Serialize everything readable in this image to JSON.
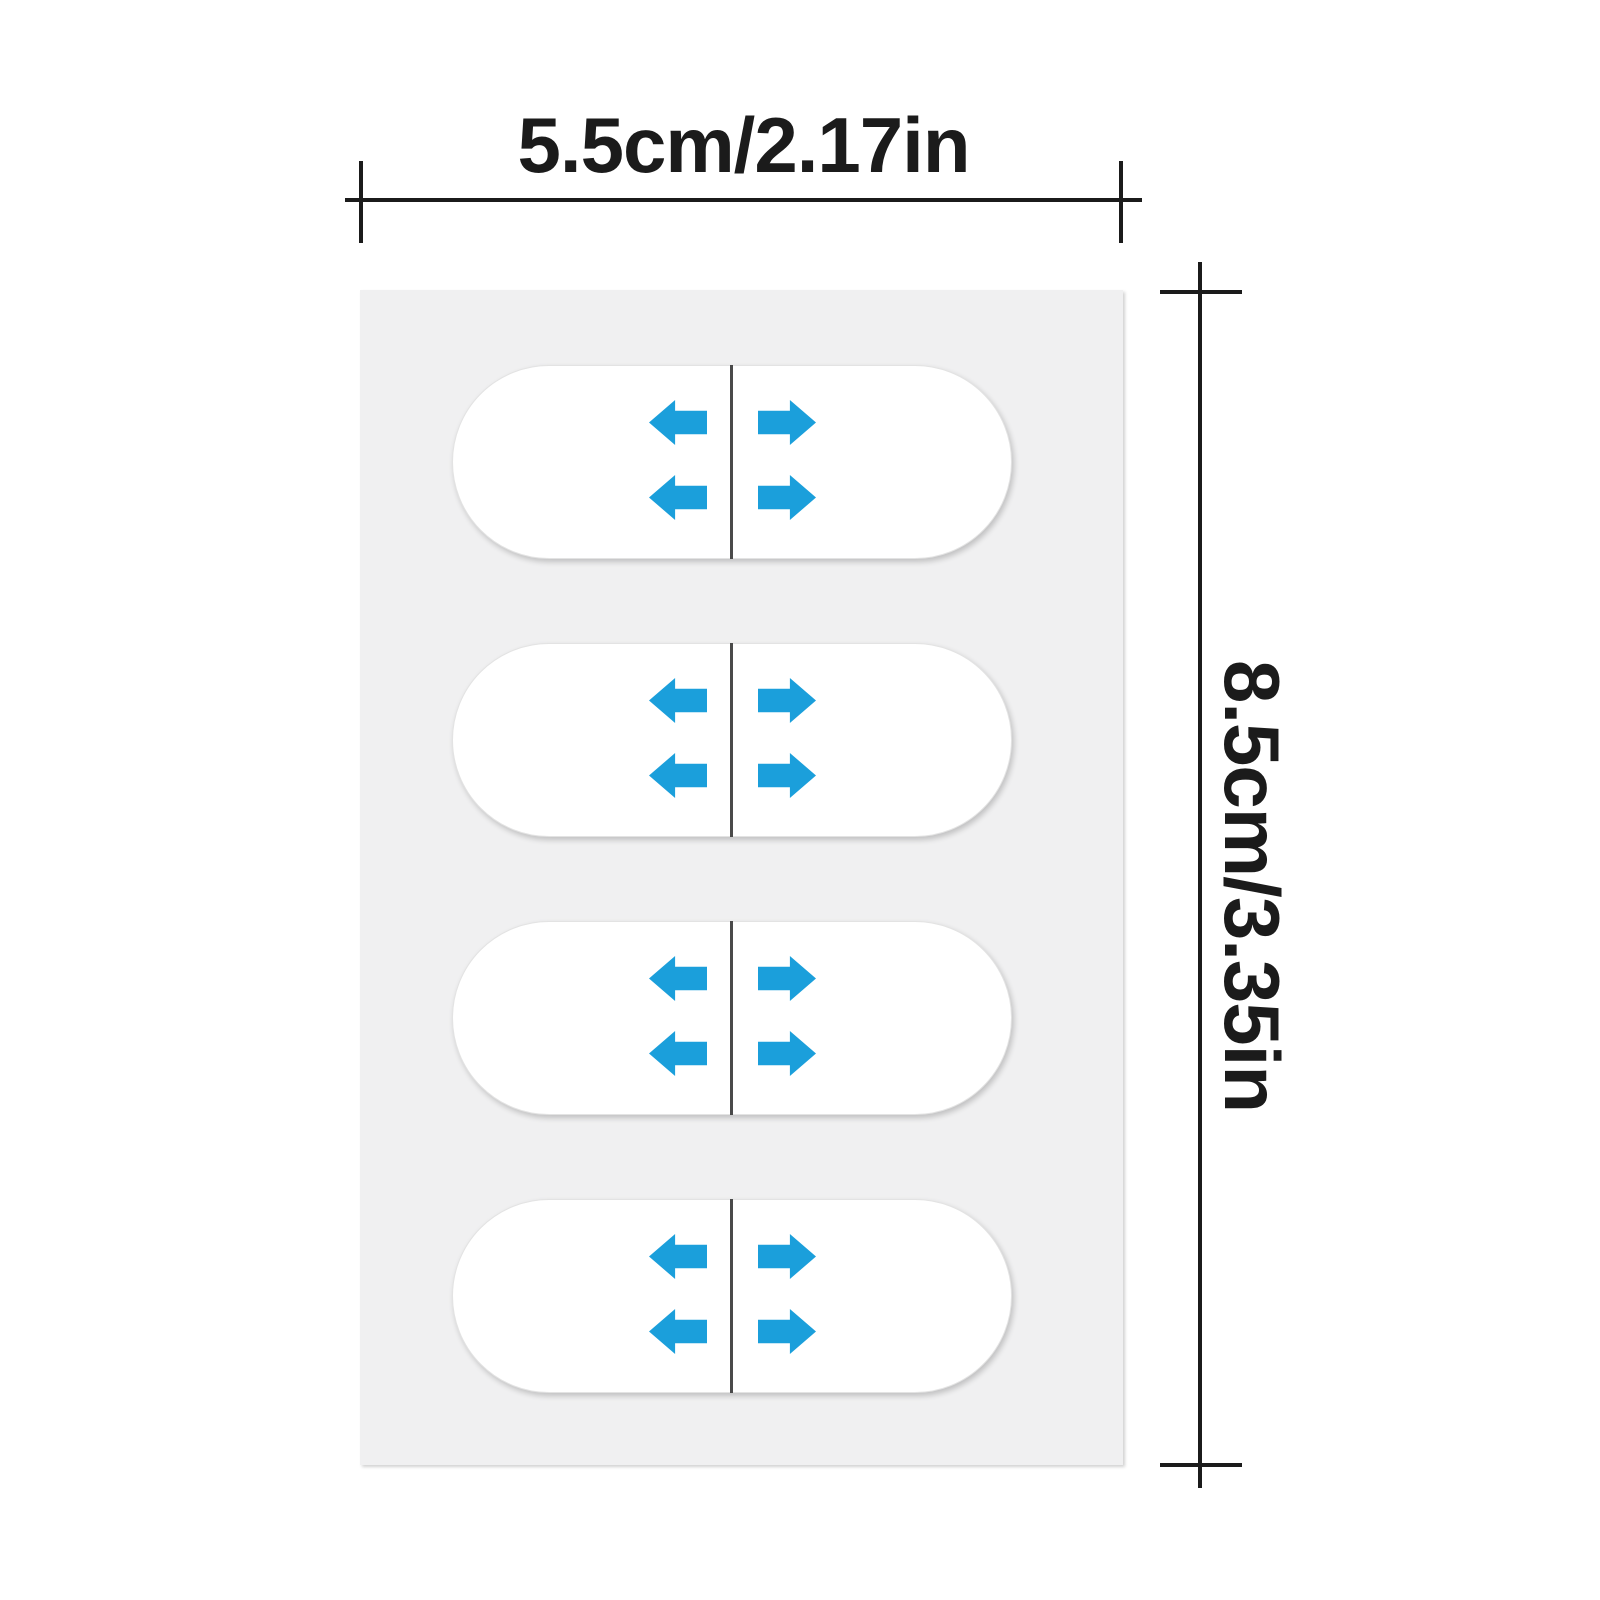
{
  "diagram": {
    "width_dimension": {
      "label": "5.5cm/2.17in"
    },
    "height_dimension": {
      "label": "8.5cm/3.35in"
    },
    "sheet": {
      "sticker_count": 4,
      "arrows_per_sticker": 4,
      "arrow_directions": [
        "left",
        "right",
        "left",
        "right"
      ]
    }
  },
  "colors": {
    "canvas_bg": "#ffffff",
    "sheet_bg": "#f0f0f1",
    "sticker_bg": "#ffffff",
    "sticker_border": "#e3e3e3",
    "divider": "#4a4a4a",
    "arrow": "#1b9fdb",
    "dimension": "#1b1b1b"
  }
}
